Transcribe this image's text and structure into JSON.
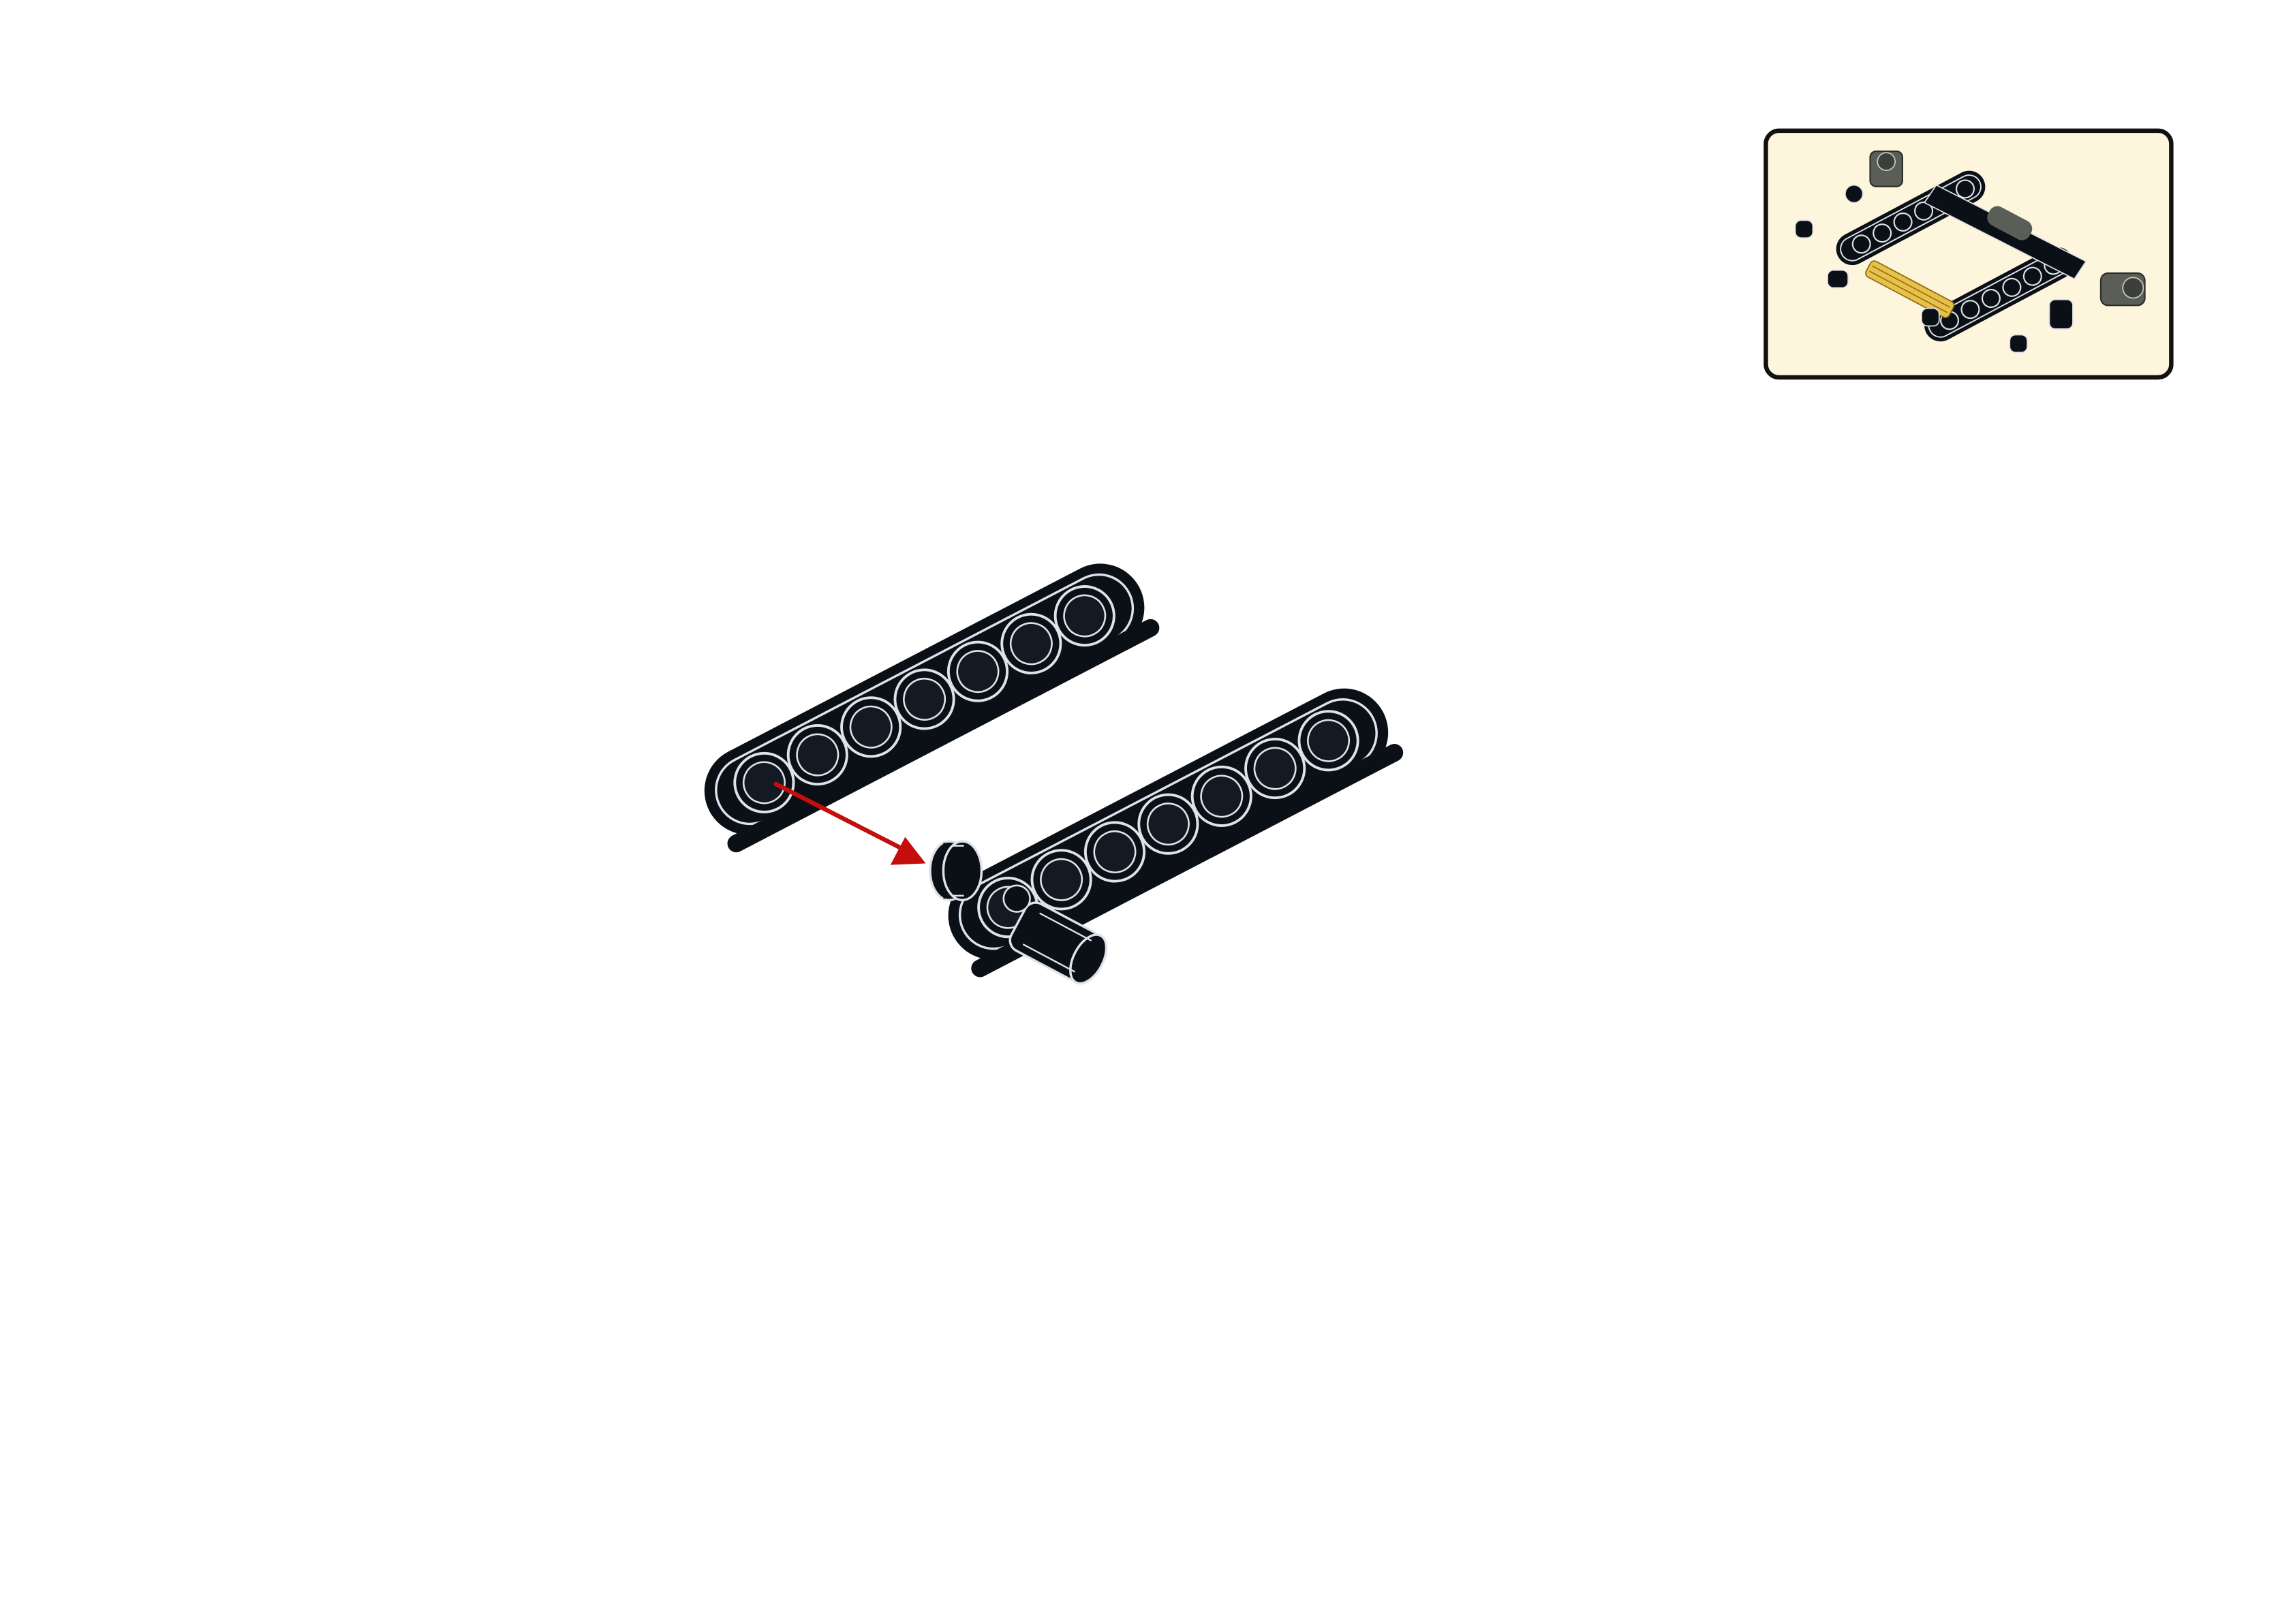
{
  "page": {
    "background": "#ffffff"
  },
  "preview_panel": {
    "icon": "completed-assembly-preview",
    "background": "#fdf5dc",
    "border_color": "#111111"
  },
  "step": {
    "parts": [
      {
        "name": "technic-beam-7",
        "color": "#0b1017"
      },
      {
        "name": "technic-beam-7",
        "color": "#0b1017"
      },
      {
        "name": "technic-pin-with-bush",
        "color": "#0b1017"
      }
    ],
    "arrow": {
      "icon": "insert-arrow",
      "color": "#c40d0d"
    }
  },
  "colors": {
    "part_body": "#0b1017",
    "part_outline": "#dfe3e8",
    "axle_yellow": "#e7c14a",
    "pin_grey": "#5b5d57"
  }
}
